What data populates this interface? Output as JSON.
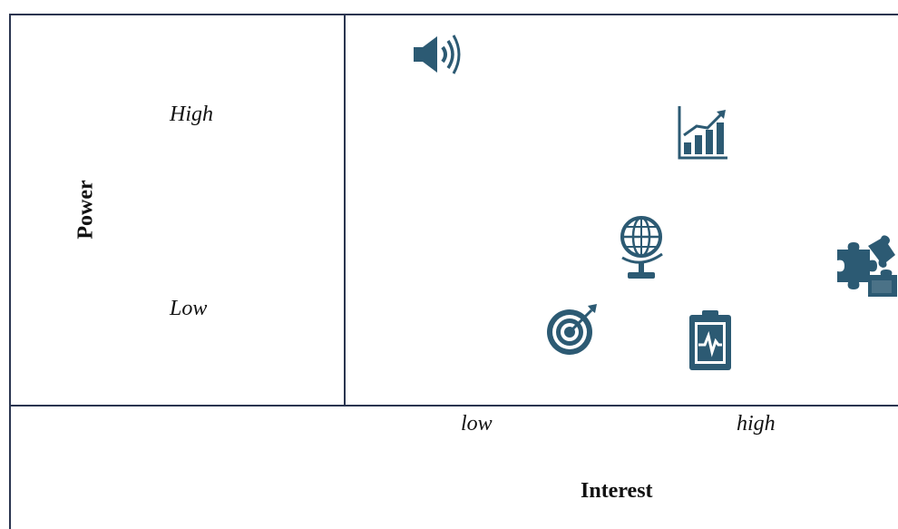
{
  "axes": {
    "y_title": "Power",
    "y_high": "High",
    "y_low": "Low",
    "x_title": "Interest",
    "x_low": "low",
    "x_high": "high"
  },
  "icon_color": "#2c5a73",
  "icons": [
    "megaphone-icon",
    "bar-chart-growth-icon",
    "globe-icon",
    "target-icon",
    "clipboard-pulse-icon",
    "puzzle-icon"
  ]
}
